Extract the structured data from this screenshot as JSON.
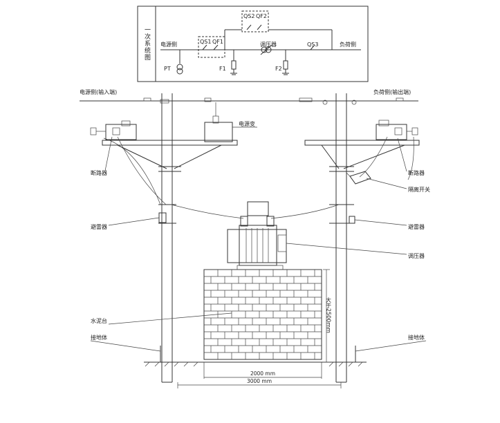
{
  "schematic": {
    "side_title": "一次系统图",
    "qs2": "QS2",
    "qf2": "QF2",
    "qs1": "QS1",
    "qf1": "QF1",
    "source_side": "电源侧",
    "regulator": "调压器",
    "qs3": "QS3",
    "load_side": "负荷侧",
    "pt": "PT",
    "f1": "F1",
    "f2": "F2"
  },
  "drawing": {
    "source_side_input": "电源侧(输入端)",
    "load_side_output": "负荷侧(输出端)",
    "power_transformer": "电源变",
    "breaker_left": "断路器",
    "breaker_right": "断路器",
    "isolating_switch": "隔离开关",
    "arrester_left": "避雷器",
    "arrester_right": "避雷器",
    "regulator": "调压器",
    "cement_platform": "水泥台",
    "ground_left": "接地体",
    "ground_right": "接地体",
    "height_note": "大于2500mm",
    "dim_inner": "2000 mm",
    "dim_outer": "3000 mm"
  }
}
